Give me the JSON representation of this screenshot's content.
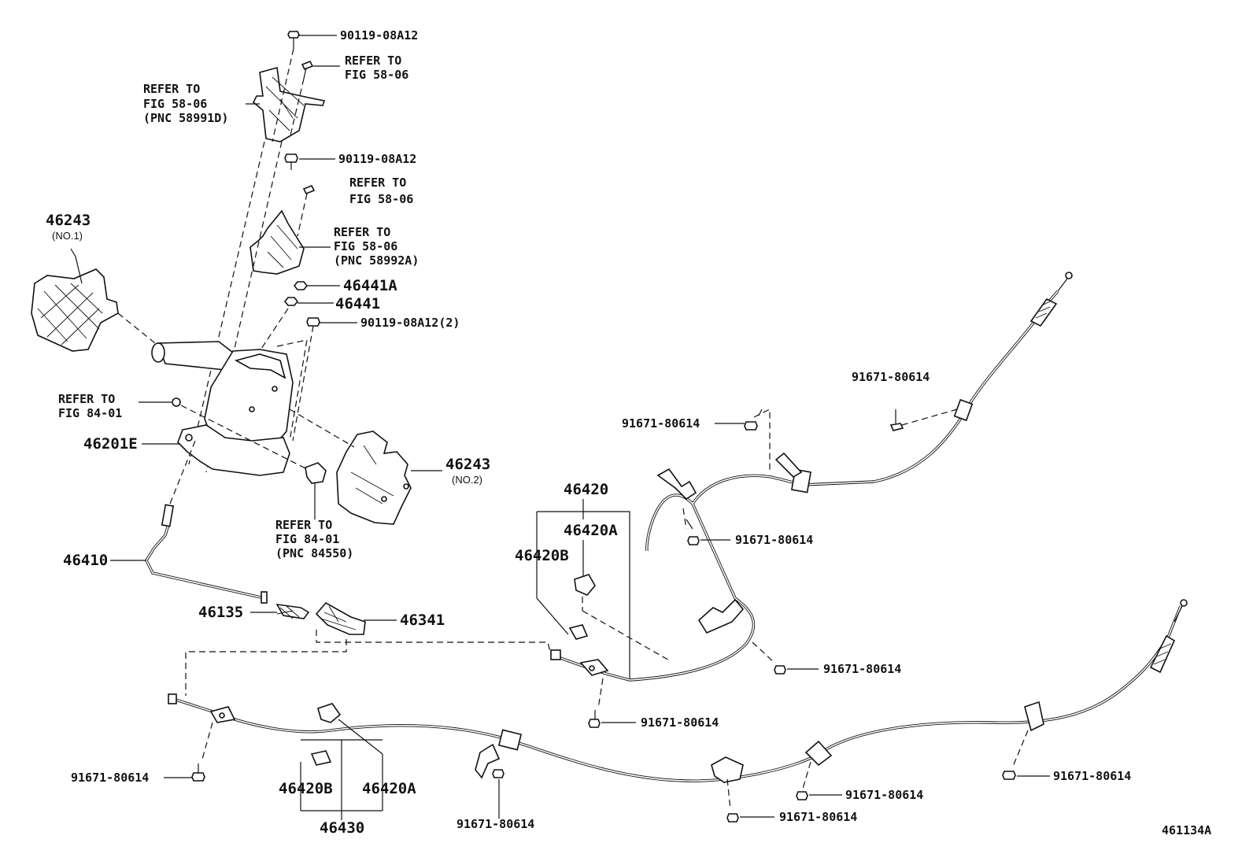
{
  "labels": {
    "bolt_top": "90119-08A12",
    "refer_top_right_1": "REFER TO",
    "refer_top_right_2": "FIG 58-06",
    "refer_left_1": "REFER TO",
    "refer_left_2": "FIG 58-06",
    "refer_left_3": "(PNC 58991D)",
    "bolt_mid": "90119-08A12",
    "refer_mid_1": "REFER TO",
    "refer_mid_2": "FIG 58-06",
    "refer_brk_1": "REFER TO",
    "refer_brk_2": "FIG 58-06",
    "refer_brk_3": "(PNC 58992A)",
    "nut_a": "46441A",
    "nut": "46441",
    "bolt_lever": "90119-08A12(2)",
    "cover_no1": "46243",
    "cover_no1_sub": "(NO.1)",
    "refer_84_1": "REFER TO",
    "refer_84_2": "FIG 84-01",
    "lever": "46201E",
    "cover_no2": "46243",
    "cover_no2_sub": "(NO.2)",
    "refer_84b_1": "REFER TO",
    "refer_84b_2": "FIG 84-01",
    "refer_84b_3": "(PNC 84550)",
    "front_cable": "46410",
    "part_46135": "46135",
    "part_46341": "46341",
    "cable_right": "46420",
    "clip_46420a_r": "46420A",
    "clip_46420b_r": "46420B",
    "bolt_r1": "91671-80614",
    "bolt_r2": "91671-80614",
    "bolt_r3": "91671-80614",
    "bolt_r4": "91671-80614",
    "bolt_r5": "91671-80614",
    "bolt_l1": "91671-80614",
    "bolt_l2": "91671-80614",
    "bolt_l3": "91671-80614",
    "bolt_l4": "91671-80614",
    "bolt_l5": "91671-80614",
    "clip_46420b_l": "46420B",
    "clip_46420a_l": "46420A",
    "cable_left": "46430",
    "figure_id": "461134A"
  }
}
